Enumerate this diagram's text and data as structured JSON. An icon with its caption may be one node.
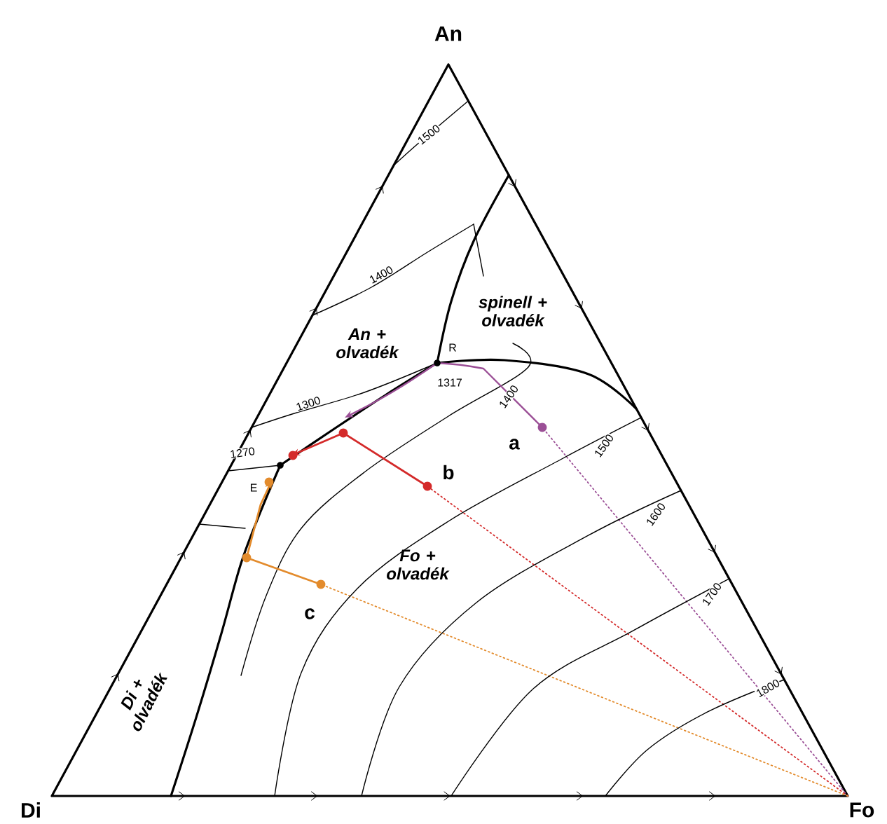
{
  "diagram": {
    "labels": [
      "An",
      "1500",
      "1400",
      "spinell + olvadék",
      "An + olvadék",
      "R",
      "1317",
      "1300",
      "1400",
      "a",
      "1270",
      "E",
      "1500",
      "b",
      "1600",
      "Fo + olvadék",
      "c",
      "1700",
      "Di + olvadék",
      "1800",
      "Di",
      "Fo"
    ]
  }
}
